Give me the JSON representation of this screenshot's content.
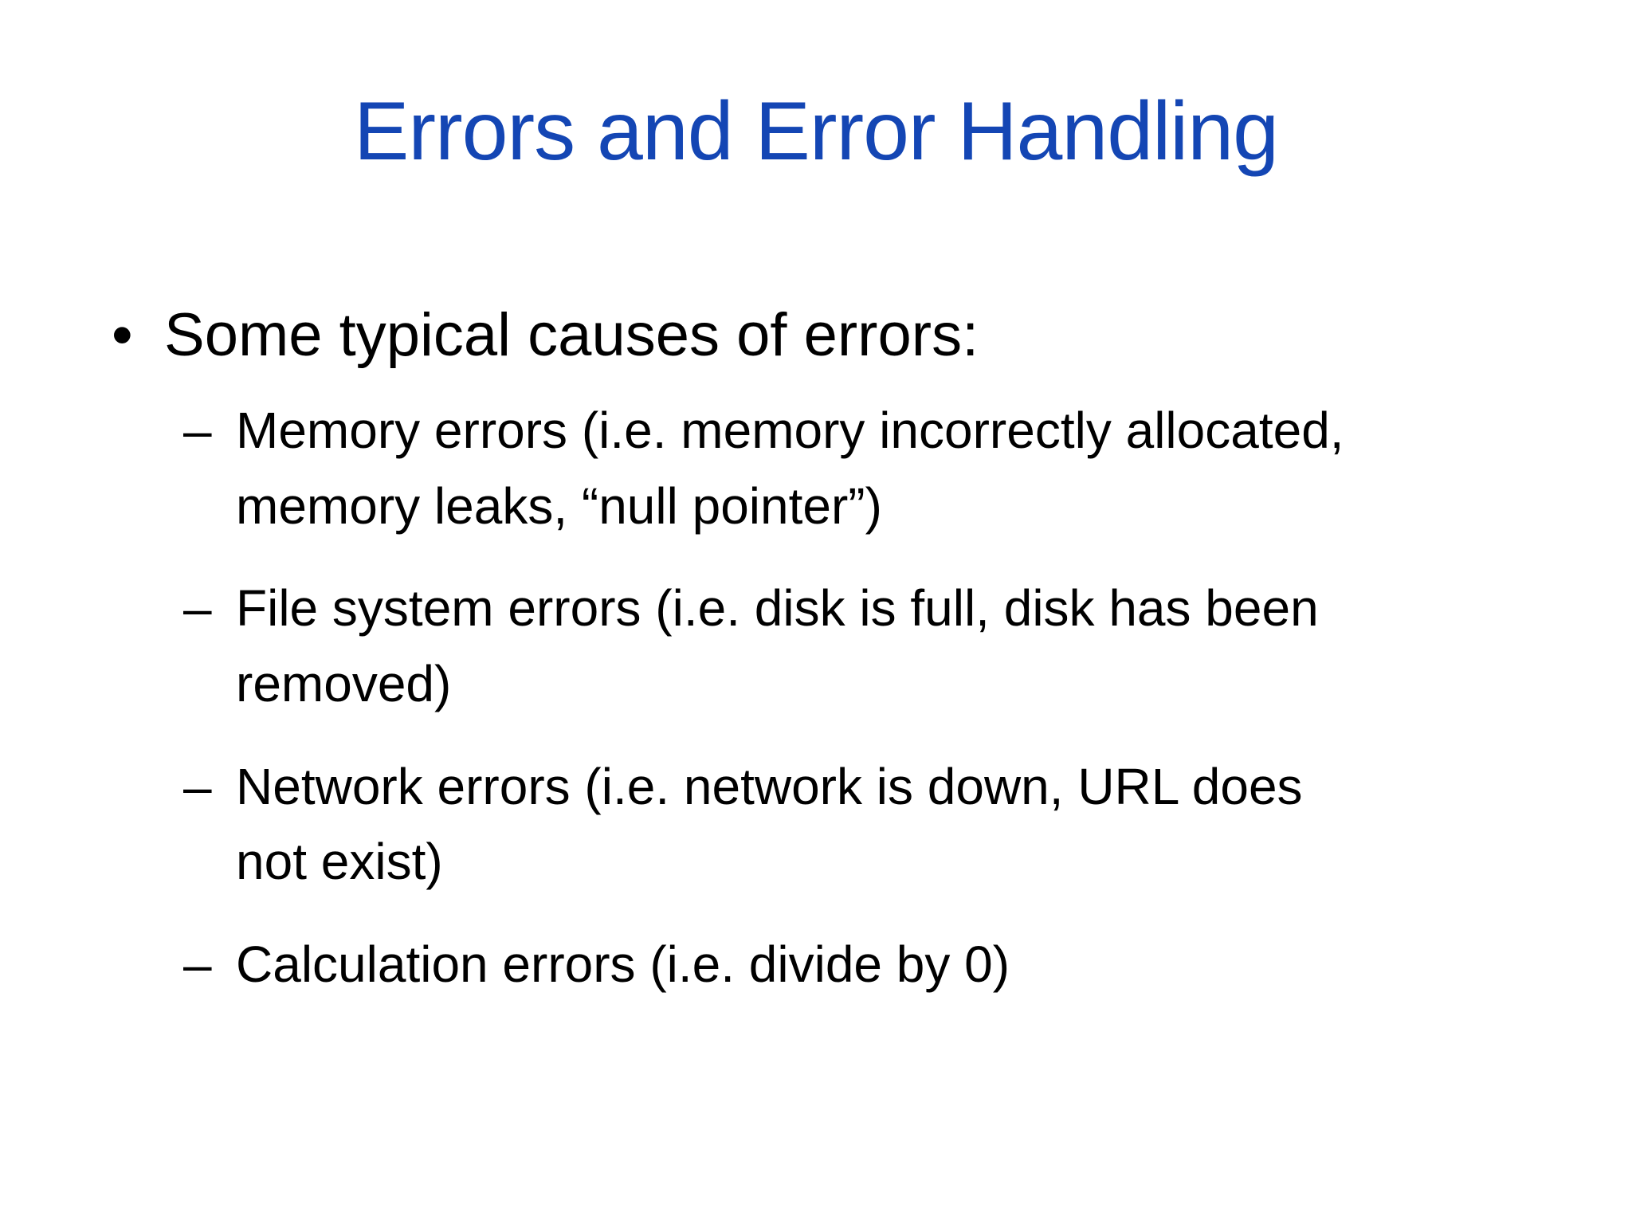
{
  "slide": {
    "title": "Errors and Error Handling",
    "markers": {
      "level1": "•",
      "level2": "–"
    },
    "content": {
      "bullet_text": "Some typical causes of errors:",
      "sub_bullets": [
        "Memory errors (i.e. memory incorrectly allocated,\nmemory leaks, “null pointer”)",
        "File system errors (i.e. disk is full, disk has been\nremoved)",
        "Network errors (i.e. network is down, URL does\nnot exist)",
        "Calculation errors (i.e. divide by 0)"
      ]
    }
  },
  "colors": {
    "title": "#1446b4",
    "body": "#000000",
    "background": "#ffffff"
  }
}
